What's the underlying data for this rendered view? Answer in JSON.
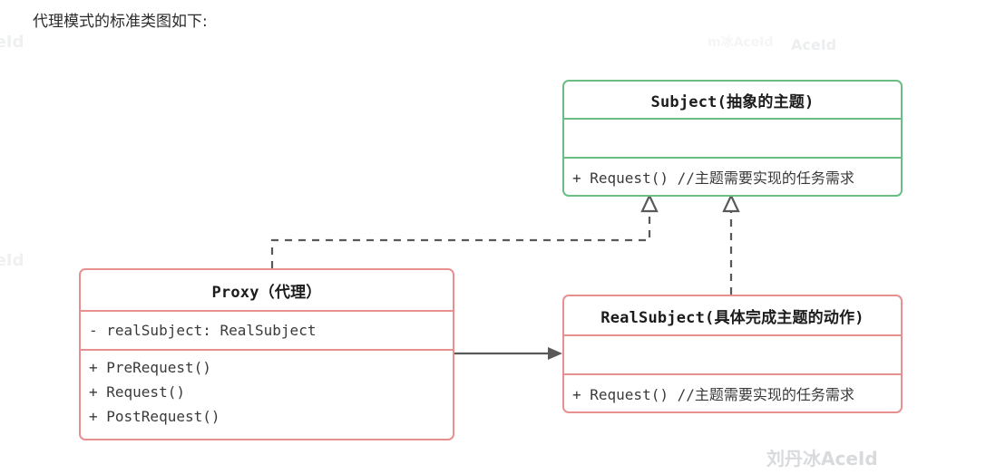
{
  "caption": "代理模式的标准类图如下:",
  "watermarks": {
    "left_top": "ceId",
    "left_middle": "ceId",
    "top_center": "m冰AceId",
    "top_right": "AceId",
    "bottom_right": "刘丹冰AceId"
  },
  "colors": {
    "abstract_border": "#6cbd84",
    "concrete_border": "#e8908f",
    "connector": "#595959",
    "text": "#3a3a3a",
    "title_text": "#1c1c1c"
  },
  "diagram": {
    "type": "uml-class-diagram",
    "classes": [
      {
        "id": "subject",
        "name": "Subject(抽象的主题)",
        "stereotype": "abstract",
        "border_color": "#6cbd84",
        "attributes": [],
        "methods": [
          "+ Request() //主题需要实现的任务需求"
        ]
      },
      {
        "id": "realsubject",
        "name": "RealSubject(具体完成主题的动作)",
        "stereotype": "concrete",
        "border_color": "#e8908f",
        "attributes": [],
        "methods": [
          "+ Request() //主题需要实现的任务需求"
        ]
      },
      {
        "id": "proxy",
        "name": "Proxy（代理）",
        "stereotype": "concrete",
        "border_color": "#e8908f",
        "attributes": [
          "- realSubject: RealSubject"
        ],
        "methods": [
          "+ PreRequest()",
          "+ Request()",
          "+ PostRequest()"
        ]
      }
    ],
    "relations": [
      {
        "id": "proxy-implements-subject",
        "from": "proxy",
        "to": "subject",
        "kind": "realization",
        "style": "dashed",
        "arrowhead": "hollow-triangle"
      },
      {
        "id": "realsubject-implements-subject",
        "from": "realsubject",
        "to": "subject",
        "kind": "realization",
        "style": "dashed",
        "arrowhead": "hollow-triangle"
      },
      {
        "id": "proxy-uses-realsubject",
        "from": "proxy",
        "to": "realsubject",
        "kind": "association",
        "style": "solid",
        "arrowhead": "filled-arrow"
      }
    ]
  }
}
